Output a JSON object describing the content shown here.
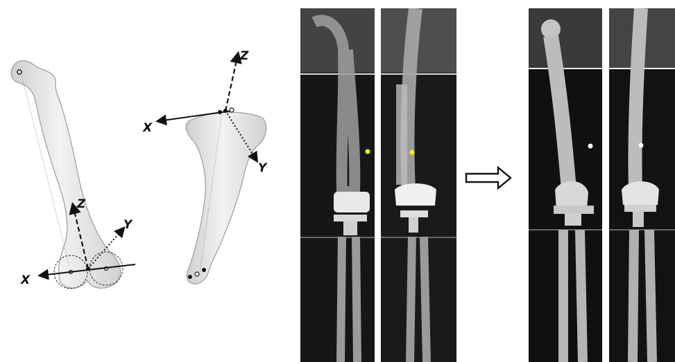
{
  "figure": {
    "femur_axes": {
      "x": "X",
      "y": "Y",
      "z": "Z"
    },
    "tibia_axes": {
      "x": "X",
      "y": "Y",
      "z": "Z"
    },
    "arrow_icon": "right-outline-arrow-icon",
    "colors": {
      "background": "#ffffff",
      "bone": "#e8e8e8",
      "bone_outline": "#9a9a9a",
      "xray_dark": "#111111",
      "xray_bone": "#bdbdbd",
      "implant": "#f2f2f2",
      "marker_yellow": "#f5f500",
      "marker_white": "#ffffff"
    }
  }
}
